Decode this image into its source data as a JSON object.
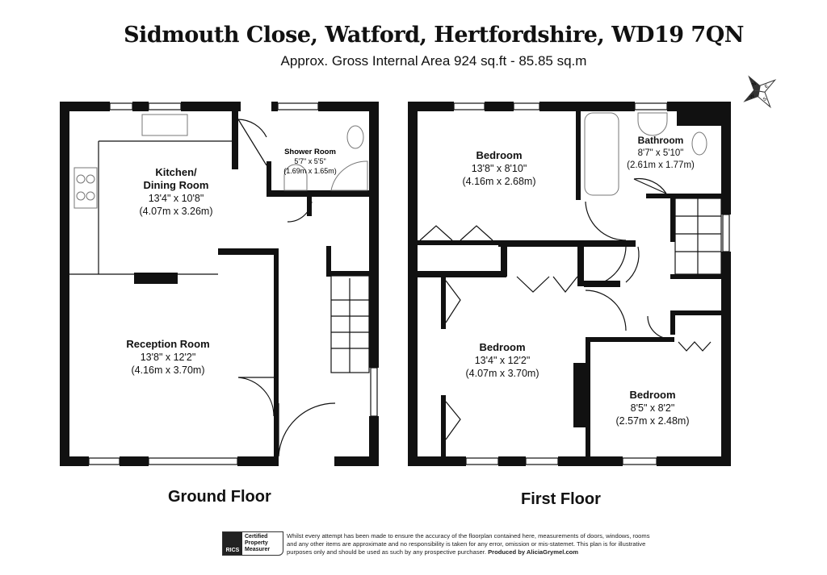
{
  "header": {
    "title": "Sidmouth Close, Watford, Hertfordshire, WD19 7QN",
    "subtitle": "Approx. Gross Internal Area   924 sq.ft - 85.85 sq.m"
  },
  "compass": {
    "letters": [
      "N",
      "E",
      "S",
      "W"
    ]
  },
  "ground_floor": {
    "label": "Ground Floor",
    "rooms": [
      {
        "name": "Kitchen/",
        "name2": "Dining Room",
        "dim_imperial": "13'4\" x 10'8\"",
        "dim_metric": "(4.07m x 3.26m)"
      },
      {
        "name": "Shower Room",
        "dim_imperial": "5'7\" x 5'5\"",
        "dim_metric": "(1.69m x 1.65m)"
      },
      {
        "name": "Reception Room",
        "dim_imperial": "13'8\" x 12'2\"",
        "dim_metric": "(4.16m x 3.70m)"
      }
    ]
  },
  "first_floor": {
    "label": "First Floor",
    "rooms": [
      {
        "name": "Bedroom",
        "dim_imperial": "13'8\" x 8'10\"",
        "dim_metric": "(4.16m x 2.68m)"
      },
      {
        "name": "Bathroom",
        "dim_imperial": "8'7\" x 5'10\"",
        "dim_metric": "(2.61m x 1.77m)"
      },
      {
        "name": "Bedroom",
        "dim_imperial": "13'4\" x 12'2\"",
        "dim_metric": "(4.07m x 3.70m)"
      },
      {
        "name": "Bedroom",
        "dim_imperial": "8'5\" x 8'2\"",
        "dim_metric": "(2.57m x 2.48m)"
      }
    ]
  },
  "footer": {
    "badge_logo": "RICS",
    "badge_line1": "Certified",
    "badge_line2": "Property",
    "badge_line3": "Measurer",
    "disclaimer": "Whilst every attempt has been made to ensure the accuracy of the floorplan contained here, measurements of doors, windows, rooms and any other items are approximate and no responsibility is taken for any error, omission or mis-statemet. This plan is for illustrative purposes only and should be used as such by any prospective purchaser.",
    "produced_by": "Produced by AliciaGrymel.com"
  }
}
